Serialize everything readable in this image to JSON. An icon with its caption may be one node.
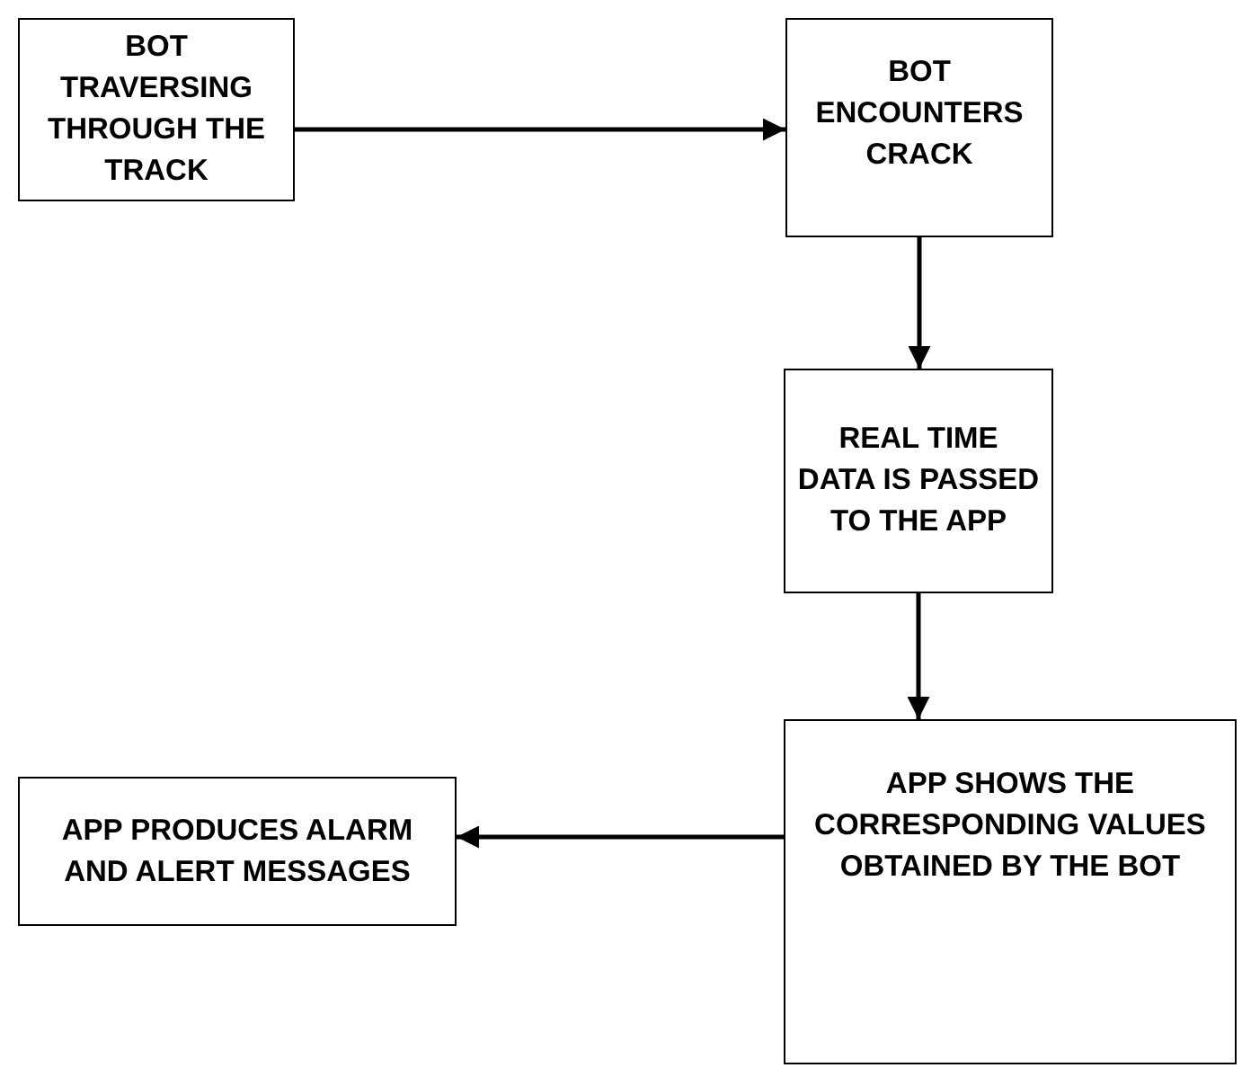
{
  "diagram": {
    "nodes": [
      {
        "text": [
          "BOT TRAVERSING THROUGH THE TRACK"
        ]
      },
      {
        "text": [
          "BOT ENCOUNTERS CRACK"
        ]
      },
      {
        "text": [
          "REAL TIME DATA IS PASSED TO THE APP"
        ]
      },
      {
        "text": [
          "APP SHOWS THE CORRESPONDING VALUES OBTAINED BY THE BOT"
        ]
      },
      {
        "text": [
          "APP PRODUCES ALARM AND ALERT MESSAGES"
        ]
      }
    ],
    "edges": [
      {
        "from": 0,
        "to": 1,
        "arrow": "to"
      },
      {
        "from": 1,
        "to": 2,
        "arrow": "to"
      },
      {
        "from": 2,
        "to": 3,
        "arrow": "to"
      },
      {
        "from": 3,
        "to": 4,
        "arrow": "to"
      }
    ]
  }
}
